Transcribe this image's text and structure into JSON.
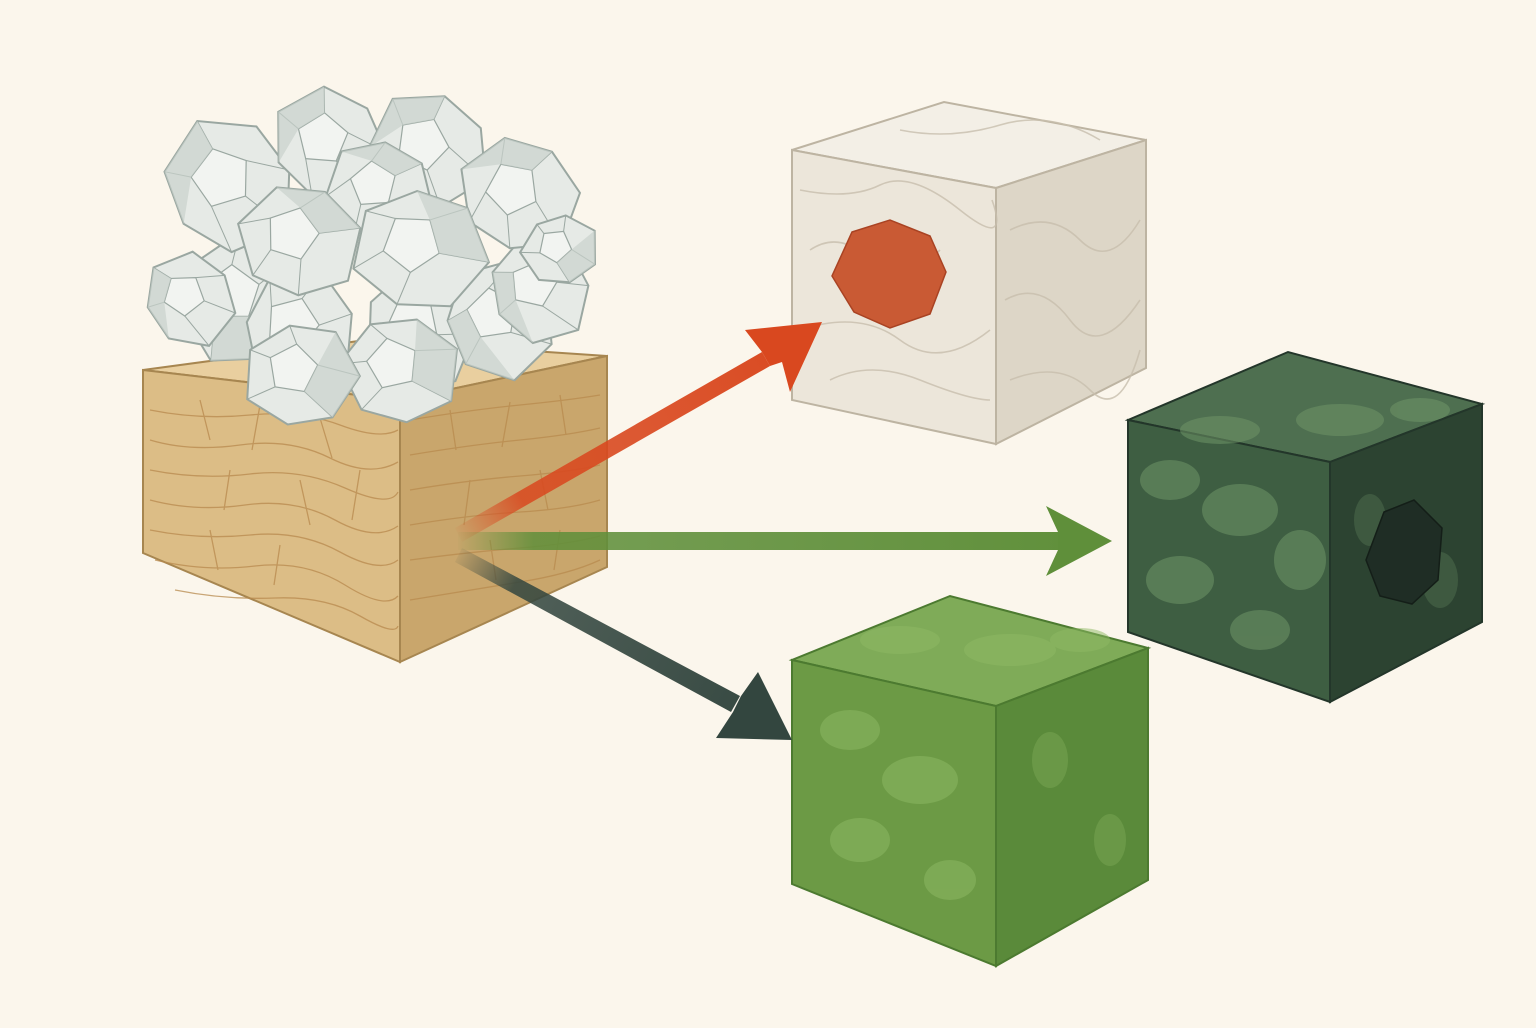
{
  "diagram": {
    "background": "#fbf6ec",
    "source": {
      "crystal_cluster": {
        "fill": "#e6eae6",
        "edge": "#9aa7a1",
        "shadow": "#c9d1cc"
      },
      "base_block": {
        "top": "#e9cf9f",
        "front": "#dcbd86",
        "side": "#c9a66c",
        "vein": "#b88a4e"
      }
    },
    "products": [
      {
        "id": "marble-with-garnet",
        "top": "#f3efe6",
        "front": "#ece6da",
        "side": "#ddd6c7",
        "vein": "#c8bfae",
        "inclusion": "#c95a34"
      },
      {
        "id": "dark-green-with-inclusion",
        "top": "#4e6f50",
        "front": "#3e5e42",
        "side": "#2c4331",
        "vein": "#6f9567",
        "inclusion": "#1f2d25"
      },
      {
        "id": "green-block",
        "top": "#7fab58",
        "front": "#6c9a45",
        "side": "#5a8a3a",
        "vein": "#8fba65"
      }
    ],
    "arrows": [
      {
        "id": "red",
        "color": "#d9481f"
      },
      {
        "id": "green",
        "color": "#5f8f3a"
      },
      {
        "id": "dark",
        "color": "#33463f"
      }
    ]
  }
}
